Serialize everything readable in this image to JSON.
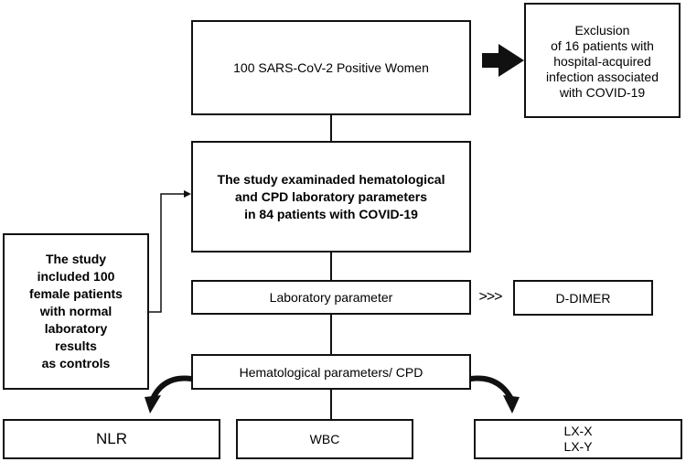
{
  "diagram": {
    "main_box": {
      "text": "100 SARS-CoV-2 Positive Women"
    },
    "exclusion_box": {
      "lines": [
        "Exclusion",
        "of 16 patients with",
        "hospital-acquired",
        "infection associated",
        "with COVID-19"
      ]
    },
    "study_box": {
      "lines": [
        "The study examinaded hematological",
        "and CPD laboratory parameters",
        "in 84 patients with COVID-19"
      ]
    },
    "controls_box": {
      "lines": [
        "The study",
        "included 100",
        "female patients",
        "with normal",
        "laboratory",
        "results",
        "as controls"
      ]
    },
    "lab_box": {
      "text": "Laboratory parameter"
    },
    "chevron": {
      "text": ">>>"
    },
    "ddimer_box": {
      "text": "D-DIMER"
    },
    "hema_box": {
      "text": "Hematological parameters/ CPD"
    },
    "nlr_box": {
      "text": "NLR"
    },
    "wbc_box": {
      "text": "WBC"
    },
    "lx_box": {
      "lines": [
        "LX-X",
        "LX-Y"
      ]
    }
  },
  "colors": {
    "line": "#111111",
    "background": "#ffffff"
  }
}
